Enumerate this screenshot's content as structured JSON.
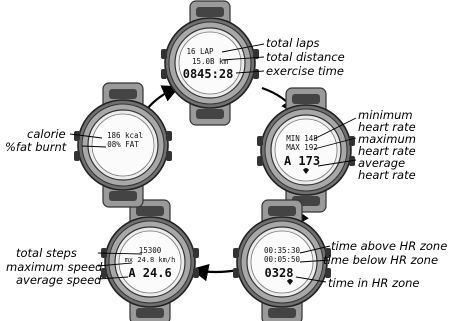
{
  "watches": {
    "top": {
      "lines": [
        "16 LAP",
        "15.0B km",
        "0845:28"
      ],
      "labels": [
        "total laps",
        "total distance",
        "exercise time"
      ]
    },
    "right": {
      "lines": [
        "MIN 148",
        "MAX 192",
        "A 173"
      ],
      "labels": [
        "minimum",
        "heart rate",
        "maximum",
        "heart rate",
        "average",
        "heart rate"
      ]
    },
    "bottom_right": {
      "lines": [
        "00:35:30",
        "00:05:50",
        "0328"
      ],
      "labels": [
        "time above HR zone",
        "time below HR zone",
        "time in HR zone"
      ]
    },
    "bottom_left": {
      "lines": [
        "15300",
        "mx 24.8 km/h",
        "A 24.6"
      ],
      "labels": [
        "total steps",
        "maximum speed",
        "average speed"
      ]
    },
    "left": {
      "lines": [
        "186 kcal",
        "08% FAT"
      ],
      "labels": [
        "calorie",
        "%fat burnt"
      ]
    }
  }
}
